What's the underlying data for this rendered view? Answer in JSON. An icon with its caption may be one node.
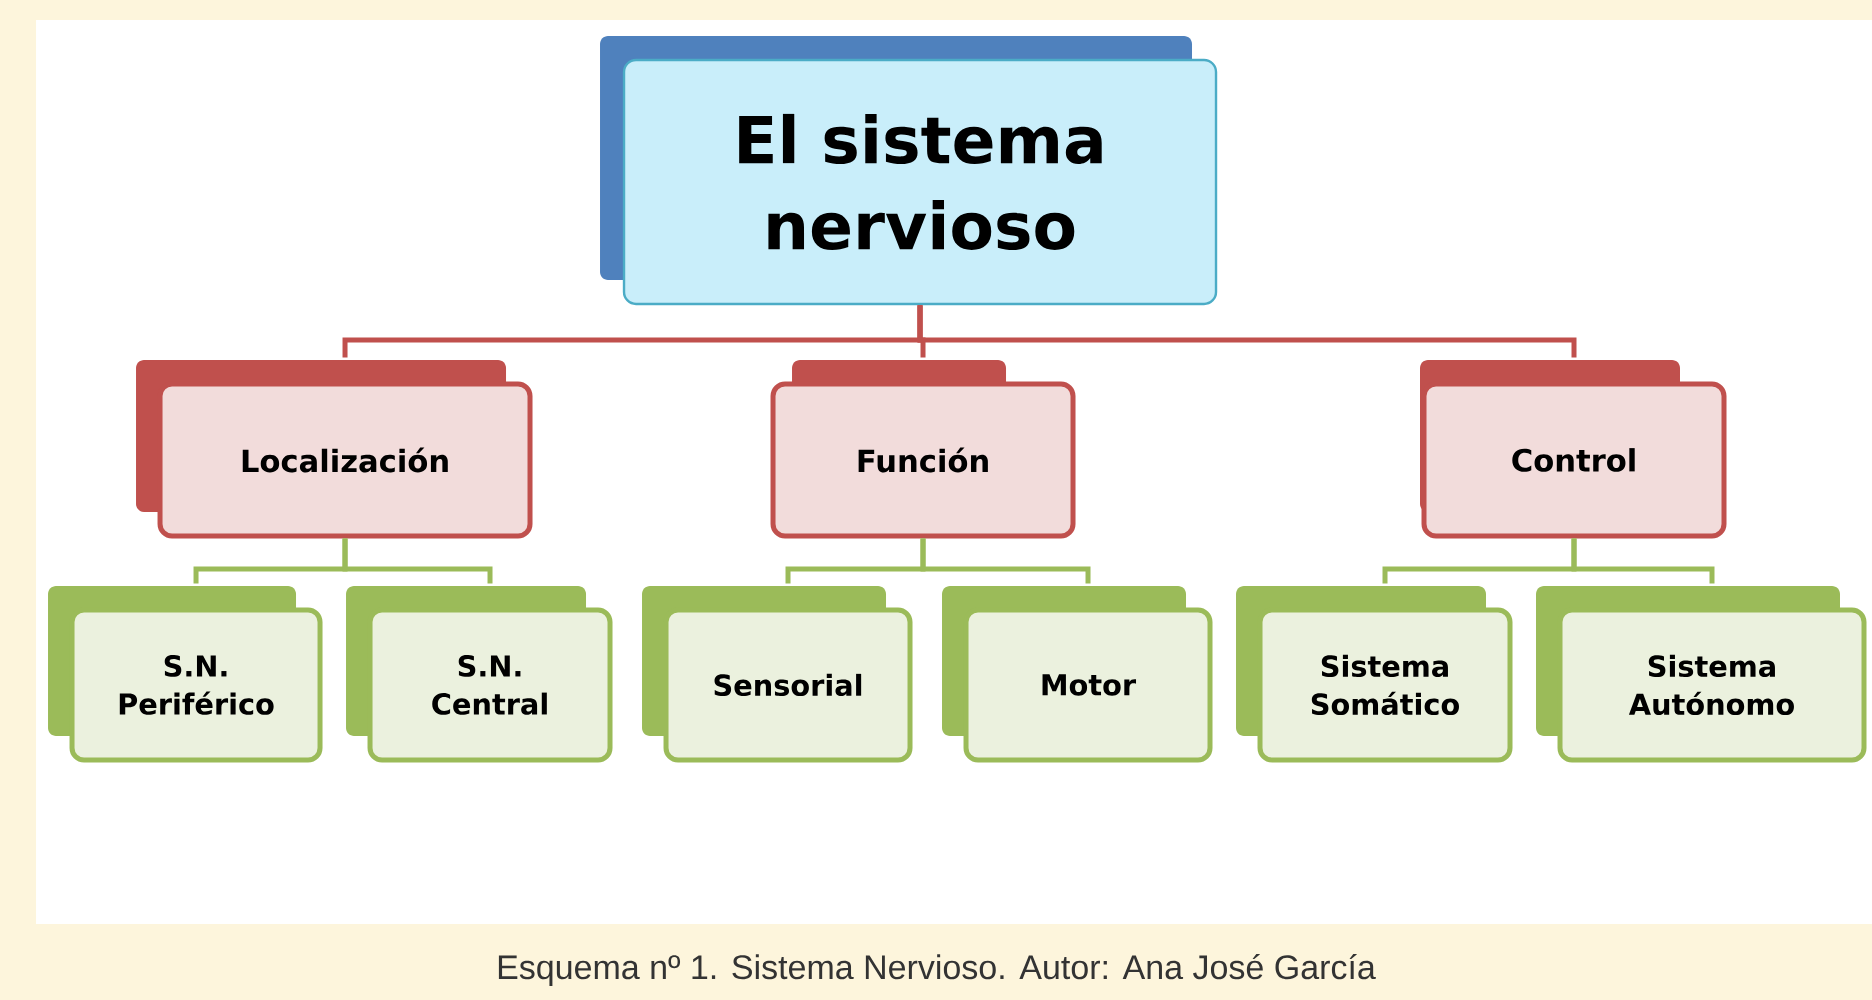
{
  "diagram": {
    "caption": "Esquema nº 1. Sistema Nervioso. Autor: Ana José García",
    "nodes": [
      {
        "text": [
          "El sistema nervioso"
        ]
      },
      {
        "text": [
          "Localización"
        ]
      },
      {
        "text": [
          "Función"
        ]
      },
      {
        "text": [
          "Control"
        ]
      },
      {
        "text": [
          "S.N. Periférico"
        ]
      },
      {
        "text": [
          "S.N. Central"
        ]
      },
      {
        "text": [
          "Sensorial"
        ]
      },
      {
        "text": [
          "Motor"
        ]
      },
      {
        "text": [
          "Sistema Somático"
        ]
      },
      {
        "text": [
          "Sistema Autónomo"
        ]
      }
    ],
    "edges": [
      {
        "from": 0,
        "to": 1,
        "arrow": "none",
        "color": "#c0504d"
      },
      {
        "from": 0,
        "to": 2,
        "arrow": "none",
        "color": "#c0504d"
      },
      {
        "from": 0,
        "to": 3,
        "arrow": "none",
        "color": "#c0504d"
      },
      {
        "from": 1,
        "to": 4,
        "arrow": "none"
      },
      {
        "from": 1,
        "to": 5,
        "arrow": "none"
      },
      {
        "from": 2,
        "to": 6,
        "arrow": "none"
      },
      {
        "from": 2,
        "to": 7,
        "arrow": "none"
      },
      {
        "from": 3,
        "to": 8,
        "arrow": "none"
      },
      {
        "from": 3,
        "to": 9,
        "arrow": "none"
      }
    ]
  }
}
